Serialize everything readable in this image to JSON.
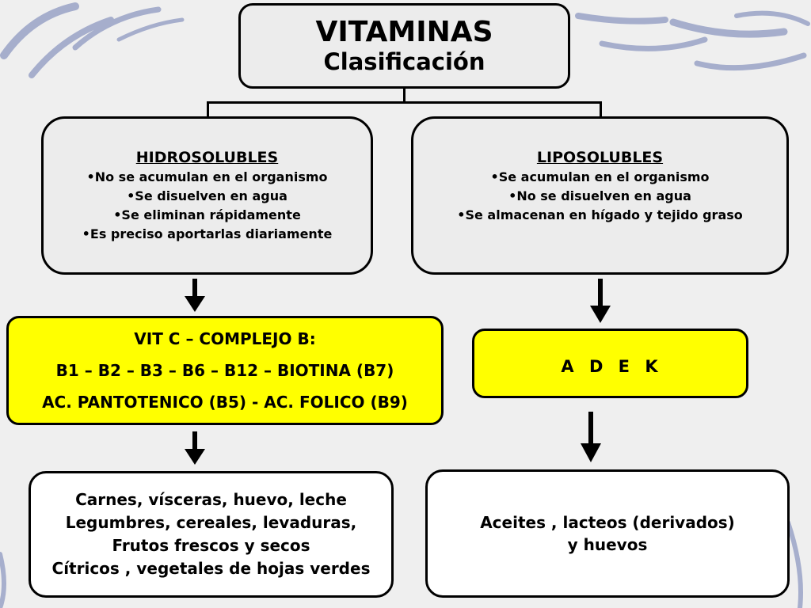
{
  "header": {
    "title": "VITAMINAS",
    "subtitle": "Clasificación"
  },
  "hidrosolubles": {
    "heading": "HIDROSOLUBLES",
    "items": [
      "•No se acumulan en el organismo",
      "•Se disuelven en agua",
      "•Se eliminan  rápidamente",
      "•Es preciso aportarlas  diariamente"
    ]
  },
  "liposolubles": {
    "heading": "LIPOSOLUBLES",
    "items": [
      "•Se acumulan en  el organismo",
      "•No se disuelven en agua",
      "•Se almacenan en hígado y tejido  graso"
    ]
  },
  "hidro_vitamins": {
    "lines": [
      "VIT C – COMPLEJO B:",
      "B1 – B2 – B3 – B6 – B12 – BIOTINA (B7)",
      "AC. PANTOTENICO (B5) - AC. FOLICO (B9)"
    ]
  },
  "lipo_vitamins": {
    "label": "A  D  E  K"
  },
  "hidro_foods": {
    "lines": [
      "Carnes, vísceras, huevo, leche",
      "Legumbres, cereales, levaduras,",
      "Frutos frescos y secos",
      "Cítricos , vegetales de hojas verdes"
    ]
  },
  "lipo_foods": {
    "lines": [
      "Aceites , lacteos (derivados)",
      "y huevos"
    ]
  },
  "colors": {
    "highlight": "#ffff00",
    "panel": "#ececec",
    "accent_stroke": "#9aa3c7"
  }
}
